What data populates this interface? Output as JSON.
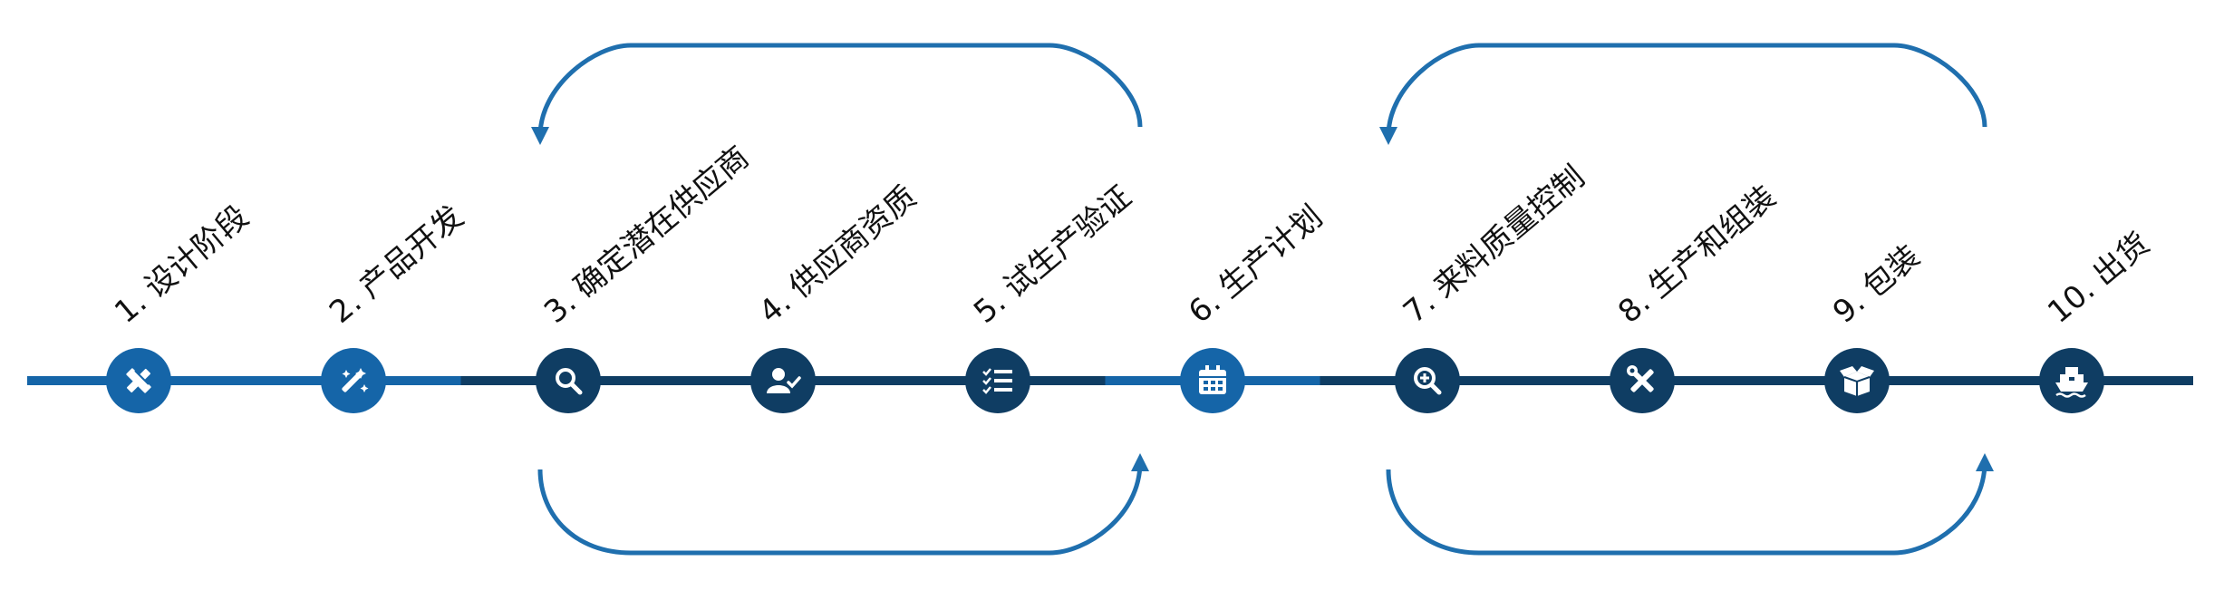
{
  "colors": {
    "line_light": "#1565a8",
    "line_dark": "#0f3d63",
    "node_light": "#1565a8",
    "node_dark": "#0f3d63",
    "loop": "#1f6fae",
    "icon": "#ffffff",
    "text": "#111111"
  },
  "steps": [
    {
      "label": "1. 设计阶段",
      "icon": "pencil-ruler-icon",
      "tone": "light"
    },
    {
      "label": "2. 产品开发",
      "icon": "magic-wand-icon",
      "tone": "light"
    },
    {
      "label": "3. 确定潜在供应商",
      "icon": "search-icon",
      "tone": "dark"
    },
    {
      "label": "4. 供应商资质",
      "icon": "user-check-icon",
      "tone": "dark"
    },
    {
      "label": "5. 试生产验证",
      "icon": "checklist-icon",
      "tone": "dark"
    },
    {
      "label": "6. 生产计划",
      "icon": "calendar-icon",
      "tone": "light"
    },
    {
      "label": "7. 来料质量控制",
      "icon": "zoom-in-icon",
      "tone": "dark"
    },
    {
      "label": "8. 生产和组装",
      "icon": "tools-icon",
      "tone": "dark"
    },
    {
      "label": "9. 包装",
      "icon": "box-icon",
      "tone": "dark"
    },
    {
      "label": "10. 出货",
      "icon": "ship-icon",
      "tone": "dark"
    }
  ],
  "loops": [
    {
      "from_step": 3,
      "to_step": 5
    },
    {
      "from_step": 7,
      "to_step": 9
    }
  ]
}
